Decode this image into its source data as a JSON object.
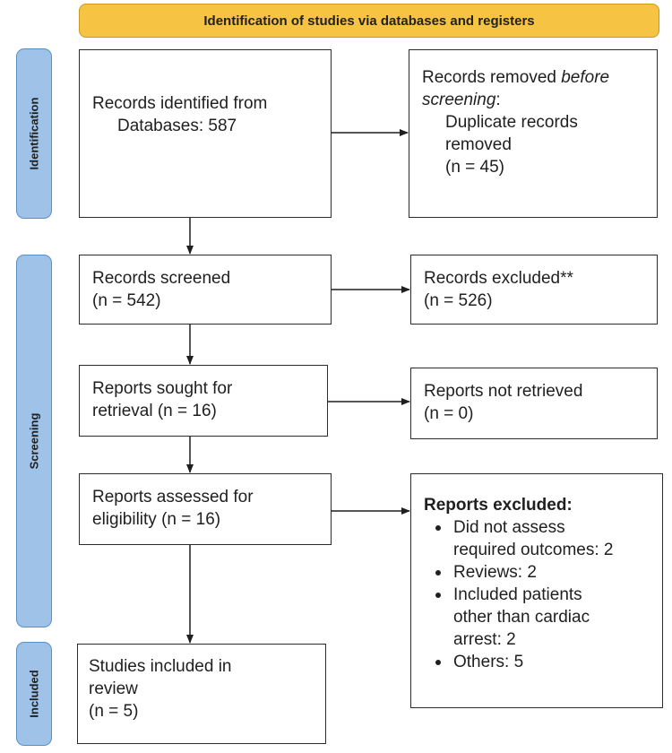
{
  "header": {
    "title": "Identification of studies via databases and registers"
  },
  "phases": {
    "identification": "Identification",
    "screening": "Screening",
    "included": "Included"
  },
  "boxes": {
    "records_identified": {
      "line1": "Records identified from",
      "line2": "Databases:  587"
    },
    "records_removed": {
      "line1_prefix": "Records removed ",
      "line1_italic": "before",
      "line2_italic": "screening",
      "line2_suffix": ":",
      "line3": "Duplicate records",
      "line4": "removed",
      "line5": "(n = 45)"
    },
    "records_screened": {
      "line1": "Records screened",
      "line2": "(n = 542)"
    },
    "records_excluded": {
      "line1": "Records excluded**",
      "line2": "(n = 526)"
    },
    "reports_sought": {
      "line1": "Reports sought for",
      "line2": "retrieval (n = 16)"
    },
    "reports_not_retrieved": {
      "line1": "Reports not retrieved",
      "line2": "(n = 0)"
    },
    "reports_assessed": {
      "line1": "Reports assessed for",
      "line2": "eligibility (n = 16)"
    },
    "reports_excluded": {
      "title": "Reports excluded:",
      "item1_line1": "Did not assess",
      "item1_line2": "required outcomes: 2",
      "item2": "Reviews: 2",
      "item3_line1": "Included patients",
      "item3_line2": "other than cardiac",
      "item3_line3": "arrest: 2",
      "item4": "Others: 5"
    },
    "studies_included": {
      "line1": "Studies included in",
      "line2": "review",
      "line3": "(n = 5)"
    }
  }
}
